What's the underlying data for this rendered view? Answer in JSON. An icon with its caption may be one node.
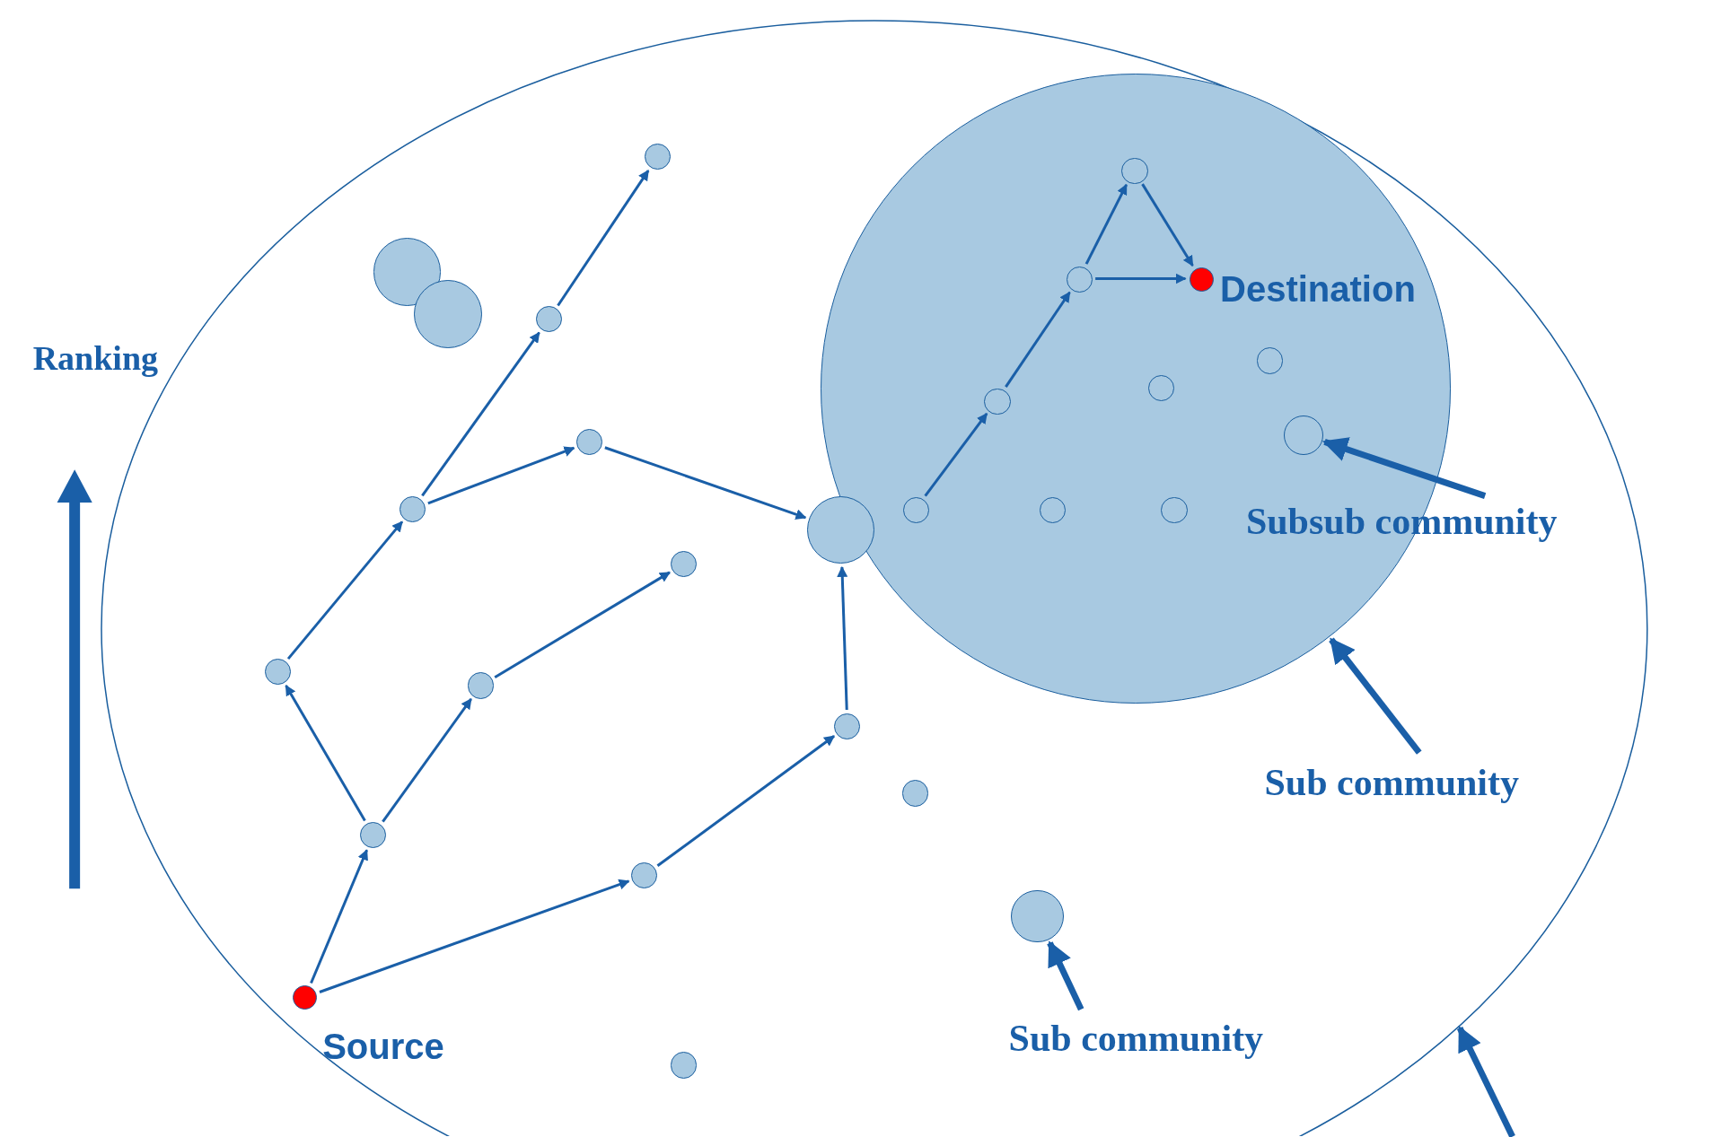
{
  "diagram": {
    "nodes": [
      {
        "text": [],
        "shape": "ellipse"
      },
      {
        "text": [],
        "shape": "circle",
        "in": 0
      },
      {
        "text": [],
        "shape": "circle",
        "in": 0
      },
      {
        "text": [],
        "shape": "circle",
        "in": 0
      },
      {
        "text": [],
        "shape": "circle",
        "in": 0
      },
      {
        "text": [],
        "shape": "circle",
        "in": 0
      },
      {
        "text": [],
        "shape": "circle",
        "in": 0
      },
      {
        "text": [],
        "shape": "circle",
        "in": 0
      },
      {
        "text": [],
        "shape": "circle",
        "in": 0
      },
      {
        "text": [],
        "shape": "circle",
        "in": 0
      },
      {
        "text": [],
        "shape": "circle",
        "in": 0
      },
      {
        "text": [],
        "shape": "circle",
        "in": 0
      },
      {
        "text": [],
        "shape": "circle",
        "in": 0
      },
      {
        "text": [],
        "shape": "circle",
        "in": 0
      },
      {
        "text": [],
        "shape": "circle",
        "in": 0
      },
      {
        "text": [],
        "shape": "circle",
        "in": 0
      },
      {
        "text": [],
        "shape": "circle",
        "in": 0
      },
      {
        "text": [],
        "shape": "circle",
        "in": 0,
        "beside": [
          "Source"
        ]
      },
      {
        "text": [],
        "shape": "circle",
        "in": 0
      },
      {
        "text": [],
        "shape": "circle",
        "in": 1
      },
      {
        "text": [],
        "shape": "circle",
        "in": 1
      },
      {
        "text": [],
        "shape": "circle",
        "in": 1,
        "beside": [
          "Destination"
        ]
      },
      {
        "text": [],
        "shape": "circle",
        "in": 1
      },
      {
        "text": [],
        "shape": "circle",
        "in": 1
      },
      {
        "text": [],
        "shape": "circle",
        "in": 1
      },
      {
        "text": [],
        "shape": "circle",
        "in": 1
      },
      {
        "text": [],
        "shape": "circle",
        "in": 1
      },
      {
        "text": [],
        "shape": "circle",
        "in": 1
      },
      {
        "text": [],
        "shape": "circle",
        "in": 1
      },
      {
        "text": [
          "Subsub community"
        ],
        "in": 0
      },
      {
        "text": [
          "Sub community"
        ],
        "in": 0
      },
      {
        "text": [
          "Sub community"
        ],
        "in": 0
      }
    ],
    "edges": [
      {
        "from": 17,
        "to": 14,
        "arrow": "to"
      },
      {
        "from": 17,
        "to": 15,
        "arrow": "to"
      },
      {
        "from": 14,
        "to": 10,
        "arrow": "to"
      },
      {
        "from": 14,
        "to": 11,
        "arrow": "to"
      },
      {
        "from": 10,
        "to": 7,
        "arrow": "to"
      },
      {
        "from": 7,
        "to": 5,
        "arrow": "to"
      },
      {
        "from": 5,
        "to": 2,
        "arrow": "to"
      },
      {
        "from": 7,
        "to": 6,
        "arrow": "to"
      },
      {
        "from": 6,
        "to": 8,
        "arrow": "to"
      },
      {
        "from": 11,
        "to": 9,
        "arrow": "to"
      },
      {
        "from": 15,
        "to": 12,
        "arrow": "to"
      },
      {
        "from": 12,
        "to": 8,
        "arrow": "to"
      },
      {
        "from": 26,
        "to": 24,
        "arrow": "to"
      },
      {
        "from": 24,
        "to": 20,
        "arrow": "to"
      },
      {
        "from": 20,
        "to": 19,
        "arrow": "to"
      },
      {
        "from": 19,
        "to": 21,
        "arrow": "to"
      },
      {
        "from": 20,
        "to": 21,
        "arrow": "to"
      },
      {
        "from": 29,
        "to": 25,
        "arrow": "to",
        "style": "thick"
      },
      {
        "from": 30,
        "to": 1,
        "arrow": "to",
        "style": "thick"
      },
      {
        "from": 31,
        "to": 16,
        "arrow": "to",
        "style": "thick"
      },
      {
        "from": null,
        "to": 0,
        "arrow": "to",
        "style": "thick"
      }
    ],
    "labels": [
      "Ranking"
    ]
  }
}
